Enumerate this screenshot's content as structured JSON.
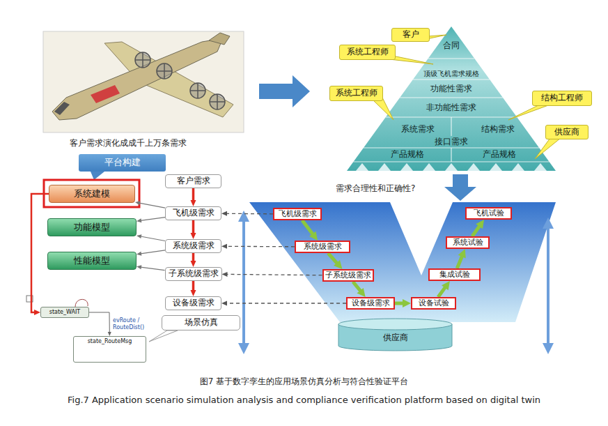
{
  "diagram": {
    "caption": "图7 基于数字孪生的应用场景仿真分析与符合性验证平台",
    "nodes": [
      {
        "text": [
          "客户"
        ]
      },
      {
        "text": [
          "合同"
        ]
      },
      {
        "text": [
          "系统工程师"
        ]
      },
      {
        "text": [
          "顶级飞机需求规格"
        ]
      },
      {
        "text": [
          "功能性需求"
        ]
      },
      {
        "text": [
          "系统工程师"
        ]
      },
      {
        "text": [
          "结构工程师"
        ]
      },
      {
        "text": [
          "非功能性需求"
        ]
      },
      {
        "text": [
          "系统需求"
        ]
      },
      {
        "text": [
          "结构需求"
        ]
      },
      {
        "text": [
          "接口需求"
        ]
      },
      {
        "text": [
          "供应商"
        ]
      },
      {
        "text": [
          "产品规格"
        ]
      },
      {
        "text": [
          "产品规格"
        ]
      },
      {
        "text": [
          "平台构建"
        ]
      },
      {
        "text": [
          "系统建模"
        ]
      },
      {
        "text": [
          "客户需求"
        ]
      },
      {
        "text": [
          "功能模型"
        ]
      },
      {
        "text": [
          "飞机级需求"
        ]
      },
      {
        "text": [
          "性能模型"
        ]
      },
      {
        "text": [
          "系统级需求"
        ]
      },
      {
        "text": [
          "子系统级需求"
        ]
      },
      {
        "text": [
          "设备级需求"
        ]
      },
      {
        "text": [
          "场景仿真"
        ]
      },
      {
        "text": [
          "state_WAIT"
        ]
      },
      {
        "text": [
          "state_RouteMsg"
        ]
      },
      {
        "text": [
          "飞机级需求"
        ]
      },
      {
        "text": [
          "飞机试验"
        ]
      },
      {
        "text": [
          "系统级需求"
        ]
      },
      {
        "text": [
          "系统试验"
        ]
      },
      {
        "text": [
          "子系统级需求"
        ]
      },
      {
        "text": [
          "集成试验"
        ]
      },
      {
        "text": [
          "设备级需求"
        ]
      },
      {
        "text": [
          "设备试验"
        ]
      },
      {
        "text": [
          "供应商"
        ]
      }
    ],
    "edges": [
      {
        "from": 16,
        "to": 18,
        "arrow": "to"
      },
      {
        "from": 18,
        "to": 20,
        "arrow": "to"
      },
      {
        "from": 20,
        "to": 21,
        "arrow": "to"
      },
      {
        "from": 21,
        "to": 22,
        "arrow": "to"
      },
      {
        "from": 18,
        "to": 15,
        "arrow": "to"
      },
      {
        "from": 18,
        "to": 17,
        "arrow": "to"
      },
      {
        "from": 20,
        "to": 17,
        "arrow": "to"
      },
      {
        "from": 20,
        "to": 19,
        "arrow": "to"
      },
      {
        "from": 21,
        "to": 19,
        "arrow": "to"
      },
      {
        "from": 15,
        "to": 24,
        "arrow": "to"
      },
      {
        "from": 24,
        "to": 25,
        "arrow": "to",
        "label": "evRoute / RouteDist()"
      },
      {
        "from": 26,
        "to": 18,
        "arrow": "to"
      },
      {
        "from": 28,
        "to": 20,
        "arrow": "to"
      },
      {
        "from": 30,
        "to": 21,
        "arrow": "to"
      },
      {
        "from": 32,
        "to": 22,
        "arrow": "to"
      },
      {
        "from": 26,
        "to": 28,
        "arrow": "to"
      },
      {
        "from": 28,
        "to": 30,
        "arrow": "to"
      },
      {
        "from": 30,
        "to": 32,
        "arrow": "to"
      },
      {
        "from": 32,
        "to": 33,
        "arrow": "to"
      },
      {
        "from": 33,
        "to": 31,
        "arrow": "to"
      },
      {
        "from": 31,
        "to": 29,
        "arrow": "to"
      },
      {
        "from": 29,
        "to": 27,
        "arrow": "to"
      }
    ],
    "labels": [
      "客户需求演化成成千上万条需求",
      "需求合理性和正确性?",
      "Fig.7 Application scenario simulation analysis and compliance verification platform based on digital twin"
    ]
  }
}
